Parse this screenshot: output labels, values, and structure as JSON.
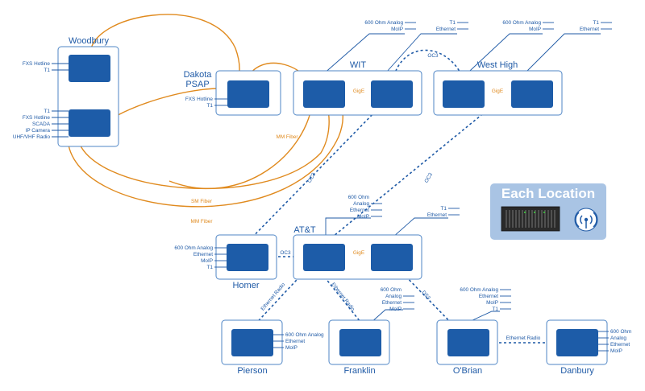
{
  "colors": {
    "blue": "#1f5aa6",
    "box_fill": "#1d5ca8",
    "outline": "#4f86c6",
    "fiber": "#e08a1e",
    "legend_bg": "#a9c4e4"
  },
  "sites": {
    "woodbury": "Woodbury",
    "dakota": [
      "Dakota",
      "PSAP"
    ],
    "wit": "WIT",
    "westhigh": "West High",
    "att": "AT&T",
    "homer": "Homer",
    "pierson": "Pierson",
    "franklin": "Franklin",
    "obrian": "O'Brian",
    "danbury": "Danbury"
  },
  "ports": {
    "woodbury_top": [
      "FXS Hotline",
      "T1"
    ],
    "woodbury_bottom": [
      "T1",
      "FXS Hotline",
      "SCADA",
      "IP Camera",
      "UHF/VHF Radio"
    ],
    "dakota": [
      "FXS Hotline",
      "T1"
    ],
    "wit_left": [
      "600 Ohm Analog",
      "MoIP"
    ],
    "wit_right": [
      "T1",
      "Ethernet"
    ],
    "westhigh_left": [
      "600 Ohm Analog",
      "MoIP"
    ],
    "westhigh_right": [
      "T1",
      "Ethernet"
    ],
    "att_left": [
      "600 Ohm",
      "Analog",
      "Ethernet",
      "MoIP"
    ],
    "att_right": [
      "T1",
      "Ethernet"
    ],
    "homer": [
      "600 Ohm Analog",
      "Ethernet",
      "MoIP",
      "T1"
    ],
    "pierson": [
      "600 Ohm Analog",
      "Ethernet",
      "MoIP"
    ],
    "franklin": [
      "600 Ohm",
      "Analog",
      "Ethernet",
      "MoIP"
    ],
    "obrian": [
      "600 Ohm Analog",
      "Ethernet",
      "MoIP",
      "T1"
    ],
    "danbury": [
      "600 Ohm",
      "Analog",
      "Ethernet",
      "MoIP"
    ]
  },
  "links": {
    "gige_wit": "GigE",
    "gige_westhigh": "GigE",
    "gige_att": "GigE",
    "oc3_top": "OC3",
    "oc3_left": "OC3",
    "oc3_right": "OC3",
    "oc3_homer": "OC3",
    "mm_fiber_1": "MM Fiber",
    "sm_fiber": "SM Fiber",
    "mm_fiber_2": "MM Fiber",
    "eth_radio_pierson": "Ethernet Radio",
    "eth_radio_franklin": "Ethernet Radio",
    "ds3": "DS3",
    "eth_radio_danbury": "Ethernet Radio"
  },
  "legend": {
    "title": "Each Location",
    "rack_icon": "rack-chassis-icon",
    "radio_icon": "wireless-radio-icon"
  }
}
